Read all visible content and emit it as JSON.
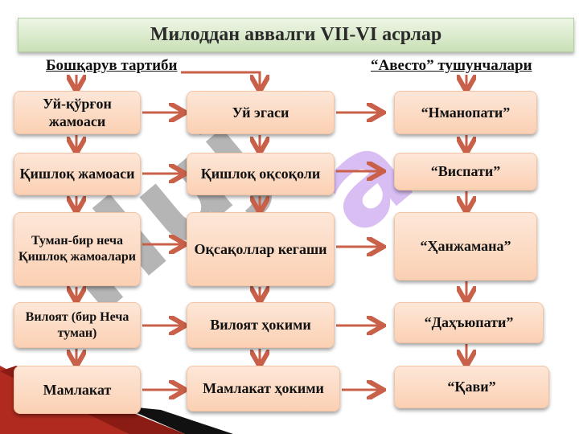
{
  "title": "Милоддан аввалги VII-VI асрлар",
  "headings": {
    "left": "Бошқарув тартиби",
    "right": "“Авесто” тушунчалари"
  },
  "columns": {
    "governance": [
      "Уй-қўрғон жамоаси",
      "Қишлоқ жамоаси",
      "Туман-бир неча Қишлоқ жамоалари",
      "Вилоят (бир Неча туман)",
      "Мамлакат"
    ],
    "rulers": [
      "Уй эгаси",
      "Қишлоқ оқсоқоли",
      "Оқсақоллар кегаши",
      "Вилоят ҳокими",
      "Мамлакат ҳокими"
    ],
    "avesto": [
      "“Нманопати”",
      "“Виспати”",
      "“Ҳанжамана”",
      "“Даҳъюпати”",
      "“Қави”"
    ]
  },
  "watermark": "Hujjat",
  "colors": {
    "arrow": "#c9604a",
    "box": "#fbd8c0",
    "title": "#d4e7c4"
  }
}
